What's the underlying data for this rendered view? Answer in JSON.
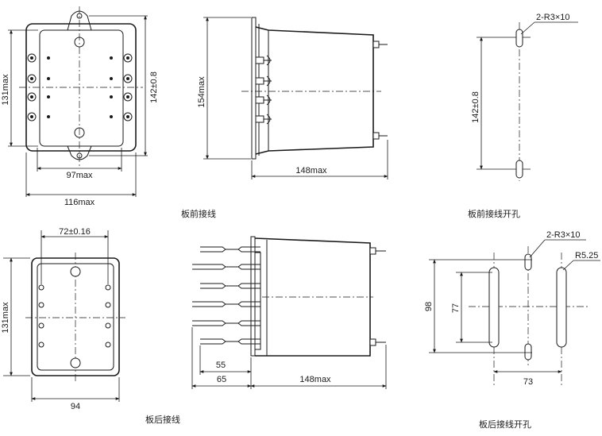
{
  "views": {
    "front_view": {
      "dim_height": "131max",
      "dim_inner_width": "97max",
      "dim_overall_width": "116max",
      "dim_hole_pitch": "142±0.8"
    },
    "side_view_front_wiring": {
      "dim_height": "154max",
      "dim_depth": "148max",
      "caption": "板前接线"
    },
    "cutout_front_wiring": {
      "dim_slots": "2-R3×10",
      "dim_pitch": "142±0.8",
      "caption": "板前接线开孔"
    },
    "rear_view": {
      "dim_hole_spacing": "72±0.16",
      "dim_height": "131max",
      "dim_width": "94",
      "caption": "板后接线"
    },
    "side_view_rear_wiring": {
      "dim_terminal_55": "55",
      "dim_terminal_65": "65",
      "dim_depth": "148max"
    },
    "cutout_rear_wiring": {
      "dim_slots": "2-R3×10",
      "dim_radius": "R5.25",
      "dim_height_98": "98",
      "dim_height_77": "77",
      "dim_width": "73",
      "caption": "板后接线开孔"
    }
  },
  "colors": {
    "line": "#1a1a1a",
    "background": "#ffffff"
  }
}
